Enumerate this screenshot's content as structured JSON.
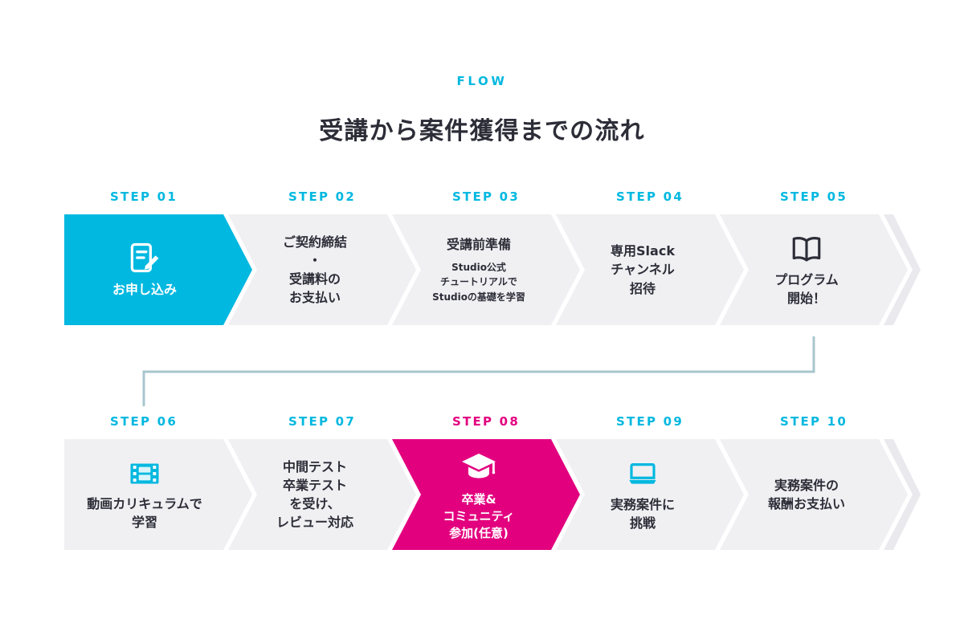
{
  "header": {
    "eyebrow": "FLOW",
    "title": "受講から案件獲得までの流れ"
  },
  "colors": {
    "accent_cyan": "#00b8e0",
    "accent_pink": "#e3007f",
    "arrow_gray": "#f0f0f3",
    "arrow_tail": "#e9e9ee",
    "text_dark": "#2d2d38",
    "connector": "#a8c6ce",
    "background": "#ffffff"
  },
  "rows": [
    {
      "name": "row-1",
      "steps": [
        {
          "label": "STEP 01",
          "variant": "cyan",
          "icon": "memo-icon",
          "lines": [
            "お申し込み"
          ],
          "sublines": []
        },
        {
          "label": "STEP 02",
          "variant": "gray",
          "icon": "",
          "lines": [
            "ご契約締結",
            "・",
            "受講料の",
            "お支払い"
          ],
          "sublines": []
        },
        {
          "label": "STEP 03",
          "variant": "gray",
          "icon": "",
          "lines": [
            "受講前準備"
          ],
          "sublines": [
            "Studio公式",
            "チュートリアルで",
            "Studioの基礎を学習"
          ]
        },
        {
          "label": "STEP 04",
          "variant": "gray",
          "icon": "",
          "lines": [
            "専用Slack",
            "チャンネル",
            "招待"
          ],
          "sublines": []
        },
        {
          "label": "STEP 05",
          "variant": "gray",
          "icon": "book-icon",
          "lines": [
            "プログラム",
            "開始！"
          ],
          "sublines": []
        }
      ]
    },
    {
      "name": "row-2",
      "steps": [
        {
          "label": "STEP 06",
          "variant": "gray",
          "icon": "film-icon",
          "lines": [
            "動画カリキュラムで",
            "学習"
          ],
          "sublines": []
        },
        {
          "label": "STEP 07",
          "variant": "gray",
          "icon": "",
          "lines": [
            "中間テスト",
            "卒業テスト",
            "を受け、",
            "レビュー対応"
          ],
          "sublines": []
        },
        {
          "label": "STEP 08",
          "variant": "pink",
          "icon": "graduation-cap-icon",
          "lines": [
            "卒業&",
            "コミュニティ",
            "参加(任意)"
          ],
          "sublines": []
        },
        {
          "label": "STEP 09",
          "variant": "gray",
          "icon": "laptop-icon",
          "lines": [
            "実務案件に",
            "挑戦"
          ],
          "sublines": []
        },
        {
          "label": "STEP 10",
          "variant": "gray",
          "icon": "",
          "lines": [
            "実務案件の",
            "報酬お支払い"
          ],
          "sublines": []
        }
      ]
    }
  ]
}
